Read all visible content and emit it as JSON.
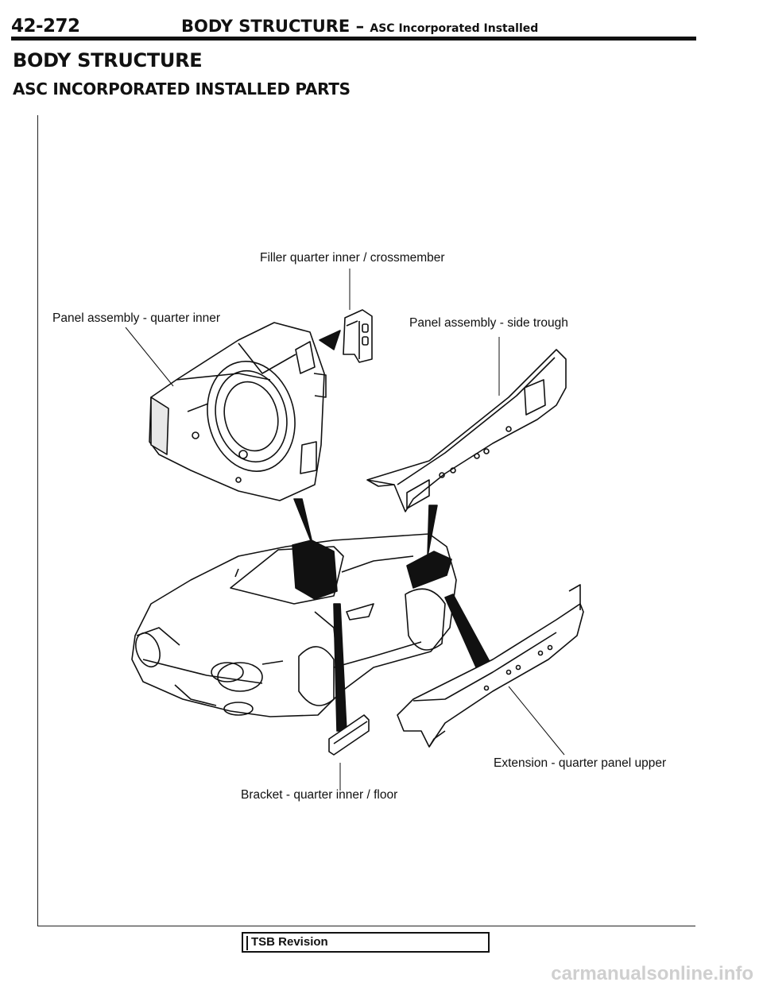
{
  "header": {
    "page_number": "42-272",
    "title": "BODY STRUCTURE",
    "separator": "–",
    "subtitle": "ASC Incorporated Installed"
  },
  "section": {
    "title": "BODY STRUCTURE",
    "subtitle": "ASC INCORPORATED INSTALLED PARTS"
  },
  "callouts": {
    "filler": "Filler quarter inner / crossmember",
    "panel_inner": "Panel assembly - quarter inner",
    "panel_trough": "Panel assembly - side trough",
    "extension": "Extension - quarter panel upper",
    "bracket": "Bracket - quarter inner / floor"
  },
  "footer": {
    "tsb_label": "TSB Revision",
    "watermark": "carmanualsonline.info"
  }
}
